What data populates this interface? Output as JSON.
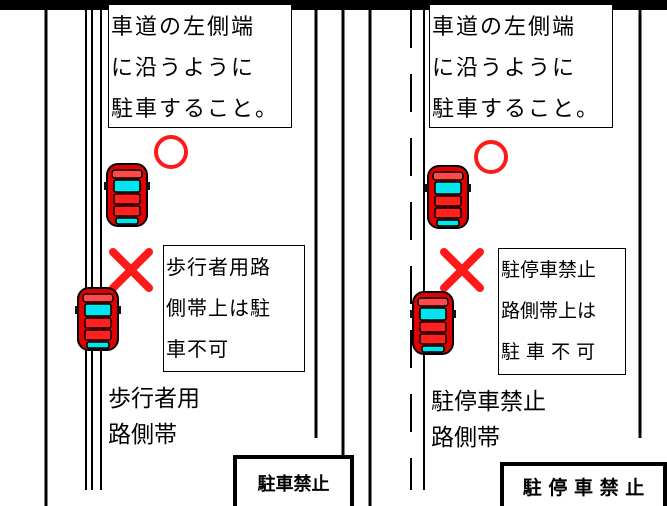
{
  "panels": [
    {
      "instruction_lines": [
        "車道の左側端",
        "に沿うように",
        "駐車すること。"
      ],
      "prohibition_lines": [
        "歩行者用路",
        "側帯上は駐",
        "車不可"
      ],
      "zone_label_lines": [
        "歩行者用",
        "路側帯"
      ],
      "sign_label": "駐車禁止"
    },
    {
      "instruction_lines": [
        "車道の左側端",
        "に沿うように",
        "駐車すること。"
      ],
      "prohibition_lines": [
        "駐停車禁止",
        "路側帯上は",
        "駐 車 不 可"
      ],
      "zone_label_lines": [
        "駐停車禁止",
        "路側帯"
      ],
      "sign_label": "駐 停 車 禁 止"
    }
  ],
  "icons": {
    "ok": "red-circle-icon",
    "ng": "red-x-icon",
    "car": "red-car-icon"
  },
  "colors": {
    "mark": "#ff1a1a",
    "car_body": "#e00000",
    "car_glass": "#00e5ee",
    "line": "#000000"
  }
}
